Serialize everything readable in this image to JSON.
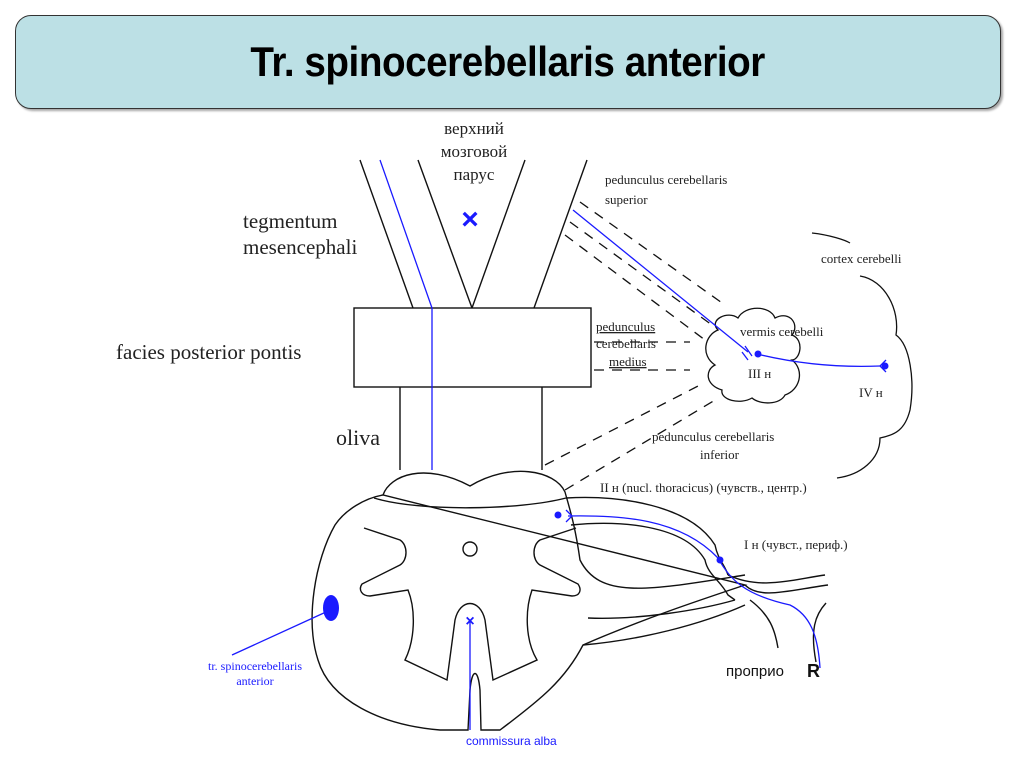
{
  "title": "Tr. spinocerebellaris anterior",
  "colors": {
    "title_bg": "#bce0e5",
    "tract": "#1a1aff",
    "outline": "#111111"
  },
  "labels": {
    "velum_line1": "верхний",
    "velum_line2": "мозговой",
    "velum_line3": "парус",
    "tegmentum_line1": "tegmentum",
    "tegmentum_line2": "mesencephali",
    "facies": "facies posterior pontis",
    "oliva": "oliva",
    "ped_sup_line1": "pedunculus cerebellaris",
    "ped_sup_line2": "superior",
    "ped_med_line1": "pedunculus",
    "ped_med_line2": "cerebellaris",
    "ped_med_line3": "medius",
    "ped_inf_line1": "pedunculus cerebellaris",
    "ped_inf_line2": "inferior",
    "cortex": "cortex cerebelli",
    "vermis": "vermis cerebelli",
    "neuron3": "III н",
    "neuron4": "IV н",
    "neuron2": "II н (nucl. thoracicus) (чувств., центр.)",
    "neuron1": "I н (чувст., периф.)",
    "tract_line1": "tr. spinocerebellaris",
    "tract_line2": "anterior",
    "commissura": "commissura alba",
    "proprio": "проприо",
    "receptor": "R"
  },
  "icons": {
    "crossing_mark": "×"
  }
}
